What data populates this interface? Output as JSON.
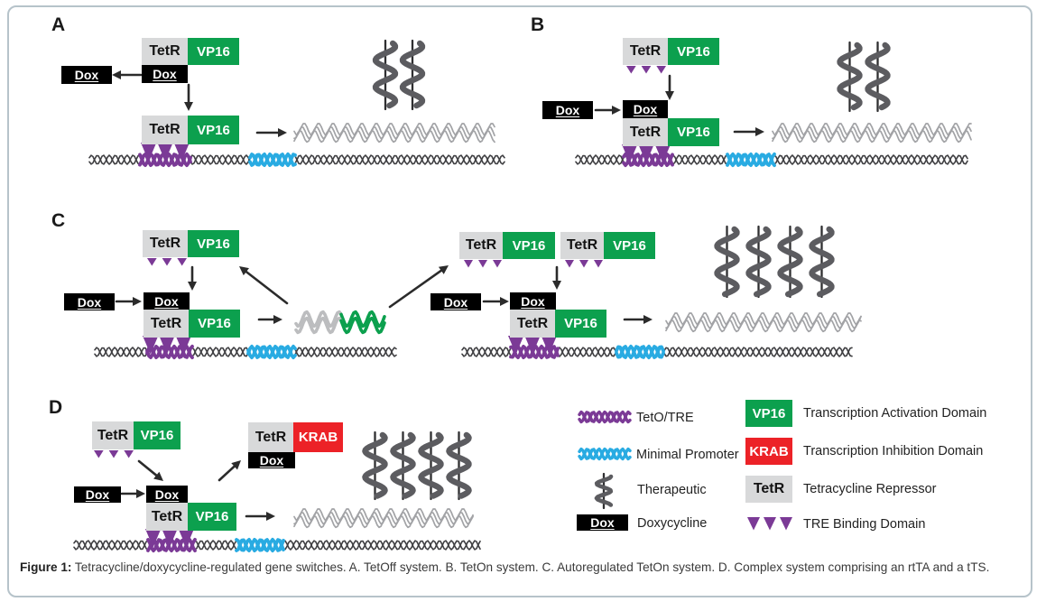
{
  "figure": {
    "panel_a_label": "A",
    "panel_b_label": "B",
    "panel_c_label": "C",
    "panel_d_label": "D"
  },
  "labels": {
    "tetr": "TetR",
    "vp16": "VP16",
    "dox": "Dox",
    "krab": "KRAB"
  },
  "legend": {
    "items": [
      {
        "icon": "teto-tre-wave",
        "label": "TetO/TRE"
      },
      {
        "icon": "minimal-promoter-wave",
        "label": "Minimal Promoter"
      },
      {
        "icon": "therapeutic-helix",
        "label": "Therapeutic"
      },
      {
        "icon": "doxycycline-box",
        "label": "Doxycycline"
      },
      {
        "icon": "vp16-box",
        "label": "Transcription Activation Domain"
      },
      {
        "icon": "krab-box",
        "label": "Transcription Inhibition Domain"
      },
      {
        "icon": "tetr-box",
        "label": "Tetracycline Repressor"
      },
      {
        "icon": "tre-binding-triangles",
        "label": "TRE Binding Domain"
      }
    ]
  },
  "caption": {
    "prefix": "Figure 1:",
    "text": " Tetracycline/doxycycline-regulated gene switches. A. TetOff system. B. TetOn system. C. Autoregulated TetOn system. D. Complex system comprising an rtTA and a tTS."
  },
  "colors": {
    "vp16_green": "#0ca04e",
    "krab_red": "#ec2227",
    "tetr_gray": "#d8d9da",
    "dox_black": "#000000",
    "teto_purple": "#7b3a96",
    "promoter_blue": "#29abe2",
    "therapeutic_gray": "#5c5c60",
    "mrna_gray": "#a2a3a6",
    "dna_dark": "#3f3f42"
  }
}
